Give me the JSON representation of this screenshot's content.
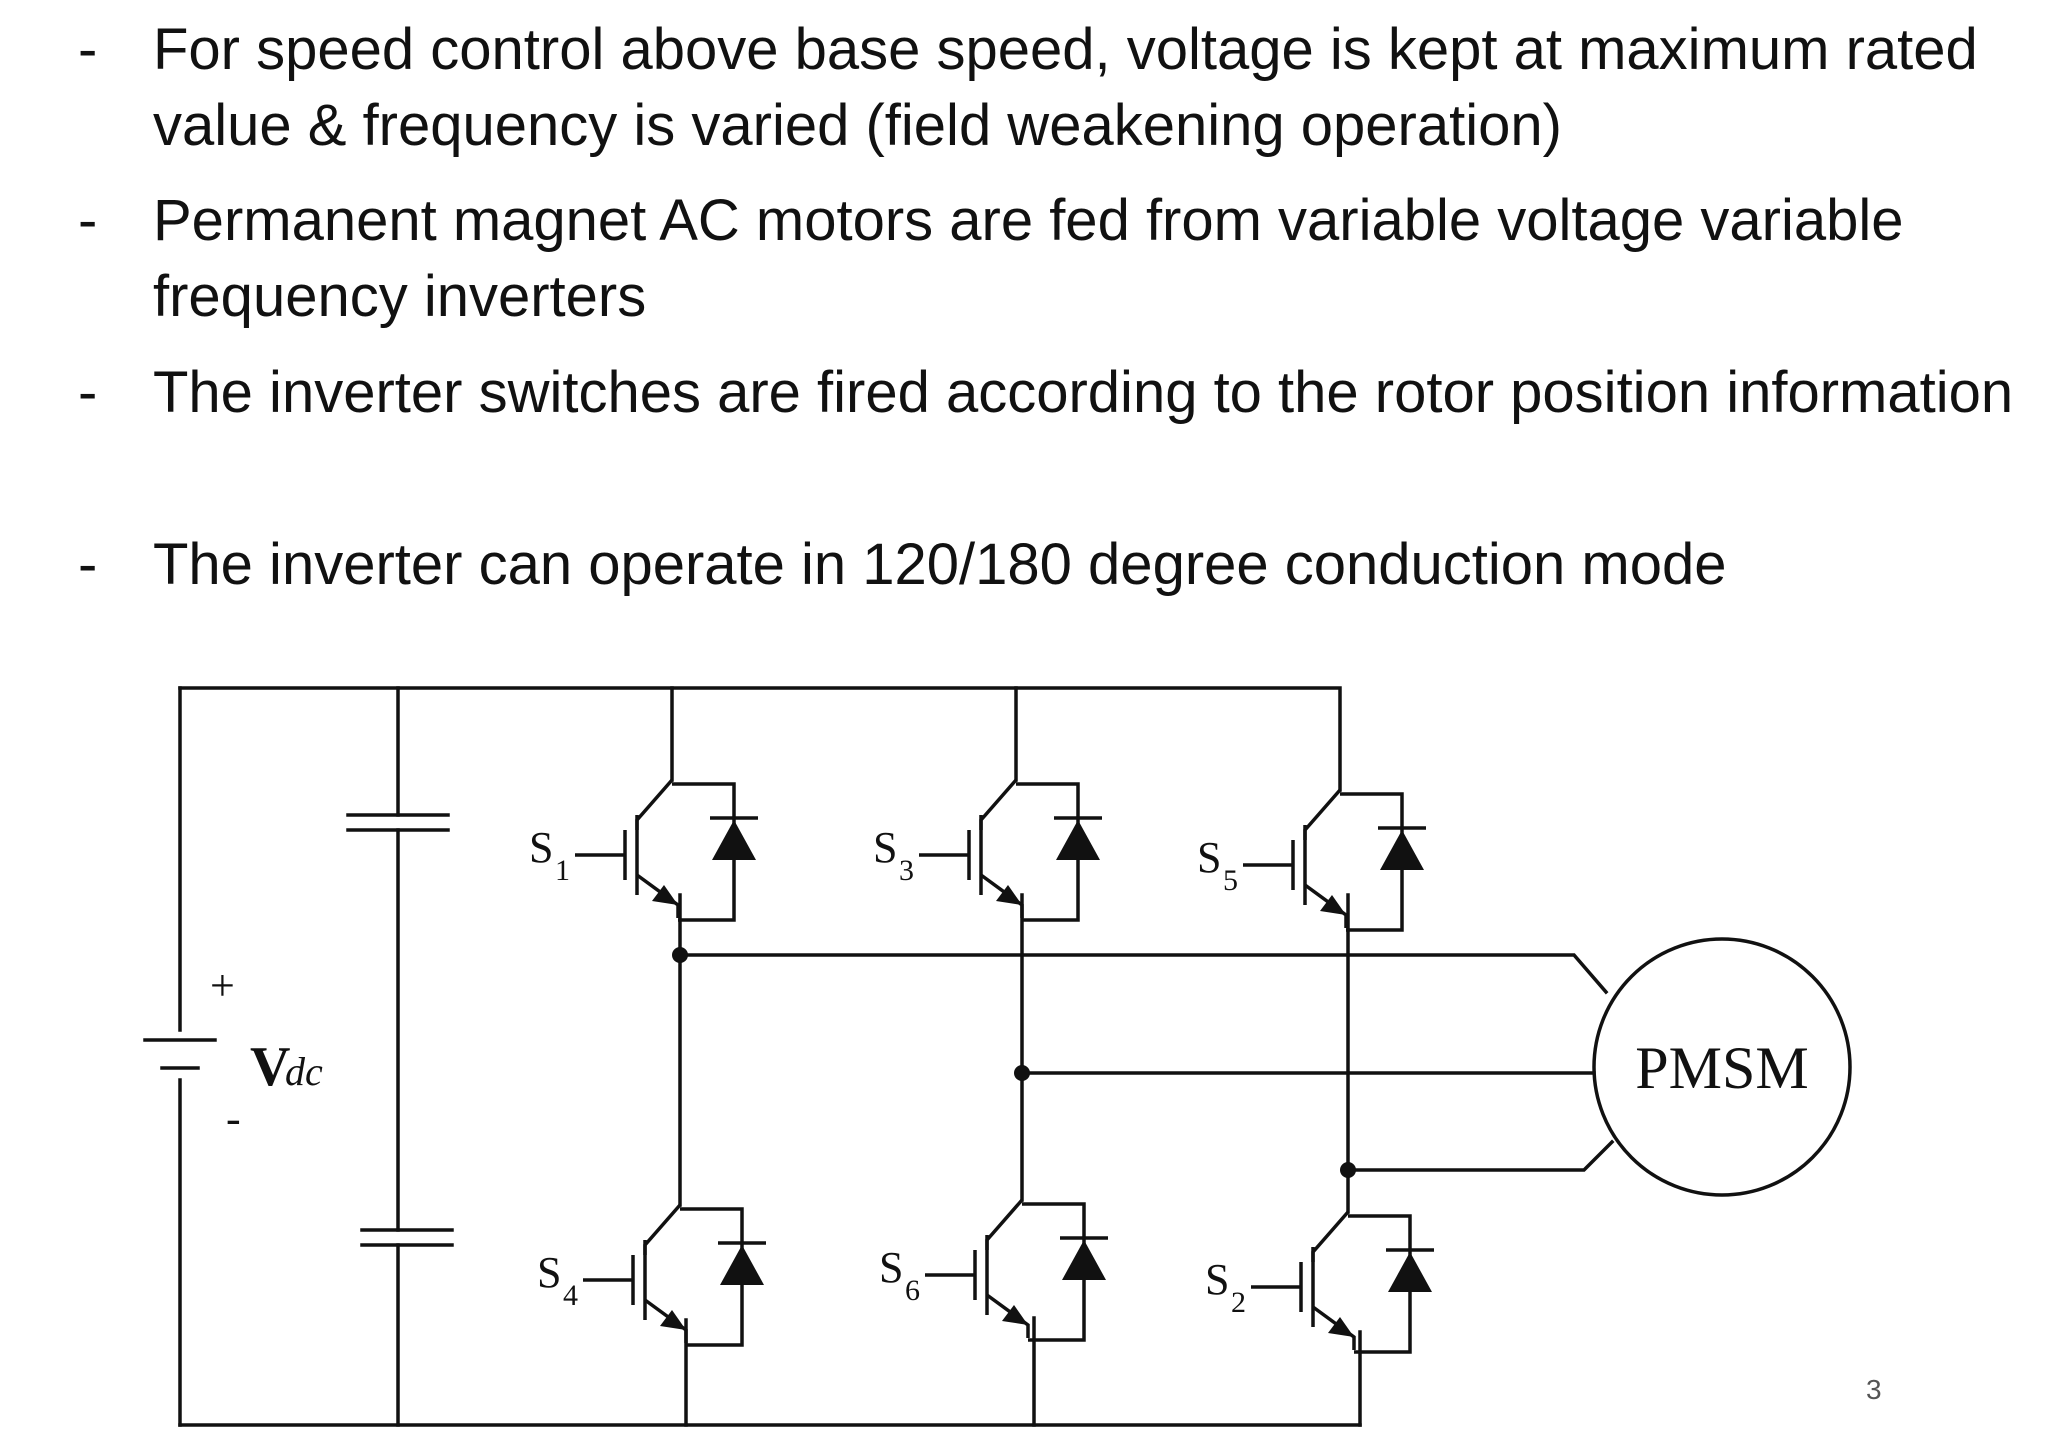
{
  "bullets": [
    {
      "dash": "-",
      "text": "For speed control above base speed, voltage is kept at maximum rated value & frequency is varied (field weakening operation)"
    },
    {
      "dash": "-",
      "text": "Permanent magnet AC motors are fed from variable voltage variable frequency inverters"
    },
    {
      "dash": "-",
      "text": "The inverter switches are fired according to the rotor position information"
    },
    {
      "dash": "-",
      "text": "The inverter can operate in 120/180 degree conduction mode"
    }
  ],
  "circuit": {
    "source": {
      "plus": "+",
      "minus": "-",
      "label_main": "V",
      "label_sub": "dc"
    },
    "switches": [
      {
        "letter": "S",
        "index": "1"
      },
      {
        "letter": "S",
        "index": "3"
      },
      {
        "letter": "S",
        "index": "5"
      },
      {
        "letter": "S",
        "index": "4"
      },
      {
        "letter": "S",
        "index": "6"
      },
      {
        "letter": "S",
        "index": "2"
      }
    ],
    "motor_label": "PMSM"
  },
  "page_number": "3"
}
